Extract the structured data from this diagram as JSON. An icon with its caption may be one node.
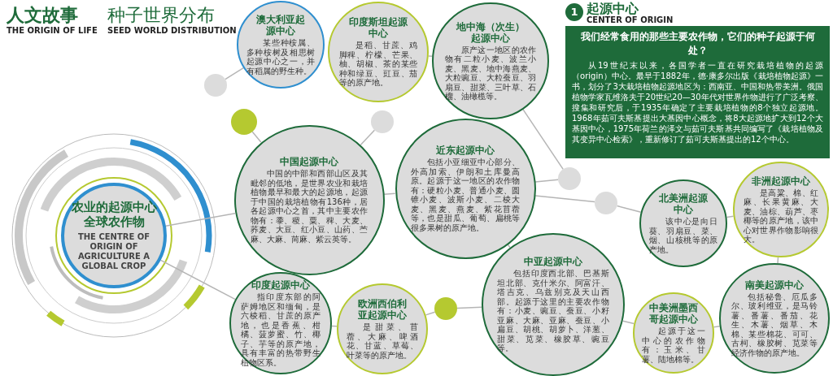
{
  "diagram": {
    "nodes": [
      {
        "text": [
          "农业的起源中心全球农作物",
          "THE CENTRE OF ORIGIN OF AGRICULTURE A GLOBAL CROP"
        ]
      },
      {
        "text": [
          "我们经常食用的那些主要农作物，它们的种子起源于何处？",
          "从19世纪末以来，各国学者一直在研究栽培植物的起源（origin）中心。最早于1882年，德·康多尔出版《栽培植物起源》一书，划分了3大栽培植物起源地区为：西南亚、中国和热带美洲。俄国植物学家瓦维洛夫于20世纪20—30年代对世界作物进行了广泛考察、搜集和研究后，于1935年确定了主要栽培植物的8个独立起源地。1968年茹可夫斯基提出大基因中心概念，将8大起源地扩大到12个大基因中心，1975年荷兰的泽文与茹可夫斯基共同编写了《栽培植物及其变异中心检索》，重新修订了茹可夫斯基提出的12个中心。"
        ]
      },
      {
        "text": [
          "澳大利亚起源中心",
          "某些种桉属、多种桉树及相思树起源中心之一，并有稻属的野生种。"
        ]
      },
      {
        "text": [],
        "shape": "circle"
      },
      {
        "text": [],
        "shape": "circle"
      },
      {
        "text": [],
        "shape": "circle"
      },
      {
        "text": [],
        "shape": "circle"
      },
      {
        "text": [
          "印度斯坦起源中心",
          "是稻、甘蔗、鸡脚稗、柠檬、芒果、柚、胡椒、茶的某些种和绿豆、豇豆、茄等的原产地。"
        ]
      },
      {
        "text": [
          "地中海（次生）起源中心",
          "原产这一地区的农作物有二粒小麦、波兰小麦、黑麦、地中海燕麦、大粒豌豆、大粒蚕豆、羽扇豆、甜菜、三叶草、石榴、油橄榄等。"
        ]
      },
      {
        "text": [
          "北美洲起源中心",
          "该中心是向日葵、羽扇豆、菜、烟、山核桃等的原产地。"
        ]
      },
      {
        "text": [
          "中国起源中心",
          "中国的中部和西部山区及其毗邻的低地，是世界农业和栽培植物最早和最大的起源地，起源于中国的栽培植物有136种，居各起源中心之首，其中主要农作物有：黍、稷、粟、稗、大麦、荞麦、大豆、红小豆、山药、苎麻、大麻、苘麻、紫云英等。"
        ]
      },
      {
        "text": [
          "中美洲墨西哥起源中心",
          "起源于这一中心的农作物有：玉米、甘薯、陆地棉等。"
        ]
      },
      {
        "text": [],
        "shape": "circle"
      },
      {
        "text": [
          "近东起源中心",
          "包括小亚细亚中心部分、外高加索、伊朗和土库曼高原。起源于这一地区的农作物有：硬粒小麦、普通小麦、圆锥小麦、波斯小麦、二棱大麦、黑麦、燕麦、紫花苜蓿等，也是甜瓜、葡萄、扁桃等很多果树的原产地。"
        ]
      },
      {
        "text": [
          "中亚起源中心",
          "包括印度西北部、巴基斯坦北部、克什米尔、阿富汗、塔吉克、乌兹别克及天山西部。起源于这里的主要农作物有：小麦、豌豆、蚕豆、小籽亚麻、大麻、亚麻、蚕豆、小扁豆、胡桃、胡萝卜、洋葱、甜菜、苋菜、橡胶草、豌豆等。"
        ]
      },
      {
        "text": [
          "印度起源中心",
          "指印度东部的阿萨姆地区和缅甸，是六棱稻、甘蔗的原产地，也是香蕉、柑橘、菠萝蜜、竹、椰子、芋等的原产地，具有丰富的热带野生植物区系。"
        ]
      },
      {
        "text": [
          "非洲起源中心",
          "是高粱、棉、红麻、长果黄麻、大麦、油棕、葫芦、枣椰等的原产地，该中心对世界作物影响很大。"
        ]
      },
      {
        "text": [
          "南美起源中心",
          "包括秘鲁、厄瓜多尔、玻利维亚，是马铃薯、番薯、番茄、花生、木薯、烟草、木棉、某些棉花、可可、古柯、橡胶树、苋菜等经济作物的原产地。"
        ]
      },
      {
        "text": [],
        "shape": "circle"
      },
      {
        "text": [
          "欧洲西伯利亚起源中心",
          "是甜菜、苜蓿、大麻、啤酒花、甘蓝、草莓、叶菜等的原产地。"
        ]
      }
    ],
    "edges": [
      {
        "from": 0,
        "to": 10,
        "arrow": "none"
      },
      {
        "from": 0,
        "to": 15,
        "arrow": "none"
      },
      {
        "from": 5,
        "to": 2,
        "arrow": "none"
      },
      {
        "from": 4,
        "to": 10,
        "arrow": "none"
      },
      {
        "from": 3,
        "to": 8,
        "arrow": "none"
      },
      {
        "from": 3,
        "to": 13,
        "arrow": "none"
      },
      {
        "from": 6,
        "to": 10,
        "arrow": "none"
      },
      {
        "from": 10,
        "to": 13,
        "arrow": "none"
      },
      {
        "from": 7,
        "to": 8,
        "arrow": "none"
      },
      {
        "from": 13,
        "to": 12,
        "arrow": "none"
      },
      {
        "from": 12,
        "to": 9,
        "arrow": "none"
      },
      {
        "from": 9,
        "to": 16,
        "arrow": "none"
      },
      {
        "from": 13,
        "to": 14,
        "arrow": "none"
      },
      {
        "from": 15,
        "to": 19,
        "arrow": "none"
      },
      {
        "from": 19,
        "to": 18,
        "arrow": "none"
      },
      {
        "from": 18,
        "to": 14,
        "arrow": "none"
      },
      {
        "from": 14,
        "to": 11,
        "arrow": "none"
      },
      {
        "from": 11,
        "to": 17,
        "arrow": "none"
      },
      {
        "from": 16,
        "to": 17,
        "arrow": "none"
      }
    ],
    "labels": [
      "人文故事",
      "THE ORIGIN OF LIFE",
      "种子世界分布",
      "SEED WORLD DISTRIBUTION",
      "1",
      "起源中心",
      "CENTER OF ORIGIN"
    ]
  }
}
